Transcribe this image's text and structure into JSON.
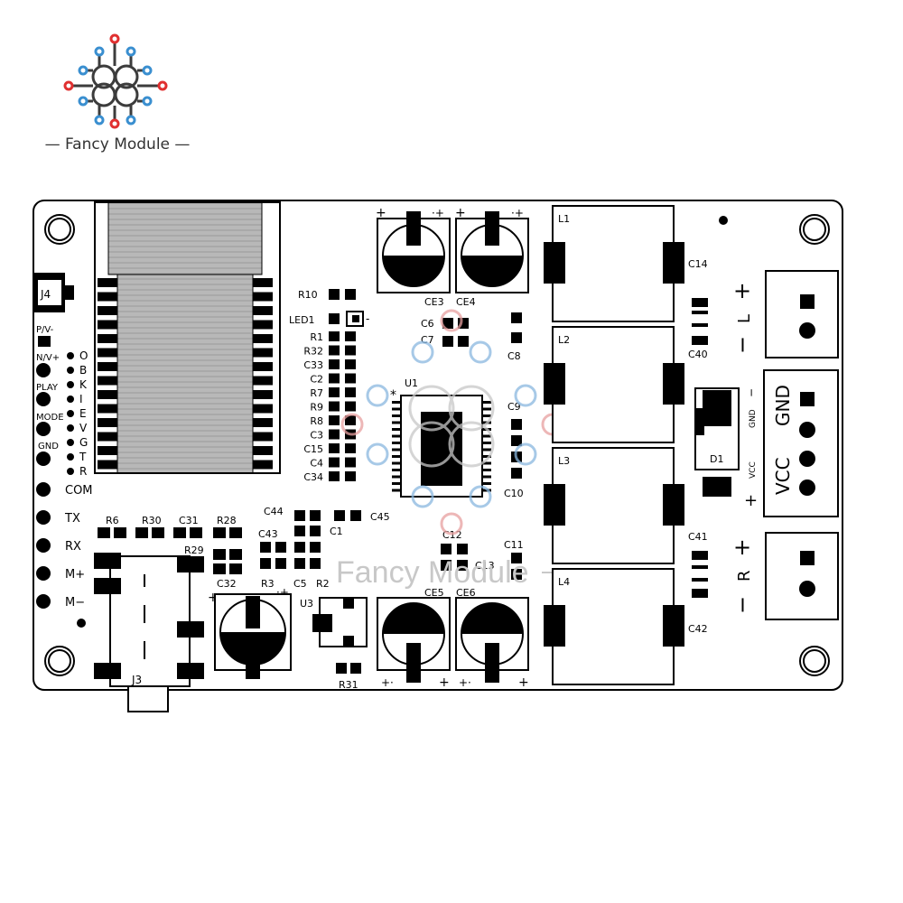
{
  "brand": {
    "name": "Fancy Module",
    "watermark": "Fancy Module"
  },
  "colors": {
    "logo_red": "#e03030",
    "logo_blue": "#3a8fd0",
    "logo_dark": "#3c3c3c",
    "watermark": "#c8c8c8"
  },
  "board": {
    "connectors": {
      "j3": "J3",
      "j4": "J4"
    },
    "left_pins": [
      "P/V-",
      "N/V+",
      "PLAY",
      "MODE",
      "GND"
    ],
    "bt_pins": [
      "O",
      "B",
      "K",
      "I",
      "E",
      "V",
      "G",
      "T",
      "R"
    ],
    "bottom_left_pins": [
      "COM",
      "TX",
      "RX",
      "M+",
      "M−"
    ],
    "resistor_column": [
      "R1",
      "R32",
      "C33",
      "C2",
      "R7",
      "R9",
      "R8",
      "C3",
      "C15",
      "C4",
      "C34"
    ],
    "labels": {
      "r10": "R10",
      "led1": "LED1",
      "u1": "U1",
      "u3": "U3",
      "d1": "D1",
      "ce3": "CE3",
      "ce4": "CE4",
      "ce5": "CE5",
      "ce6": "CE6",
      "c6": "C6",
      "c7": "C7",
      "c8": "C8",
      "c9": "C9",
      "c10": "C10",
      "c11": "C11",
      "c12": "C12",
      "c13": "C13",
      "c14": "C14",
      "c40": "C40",
      "c41": "C41",
      "c42": "C42",
      "c44": "C44",
      "c45": "C45",
      "c1": "C1",
      "c43": "C43",
      "c5": "C5",
      "r2": "R2",
      "r3": "R3",
      "c32": "C32",
      "r31": "R31",
      "r6": "R6",
      "r30": "R30",
      "c31": "C31",
      "r28": "R28",
      "r29": "R29",
      "l1": "L1",
      "l2": "L2",
      "l3": "L3",
      "l4": "L4"
    },
    "terminals": {
      "left_channel": "L",
      "right_channel": "R",
      "plus": "+",
      "minus": "−",
      "vcc": "VCC",
      "gnd": "GND",
      "vcc_small": "VCC",
      "gnd_small": "GND",
      "gnd_minus": "GND−",
      "vcc_plus": "+"
    }
  }
}
